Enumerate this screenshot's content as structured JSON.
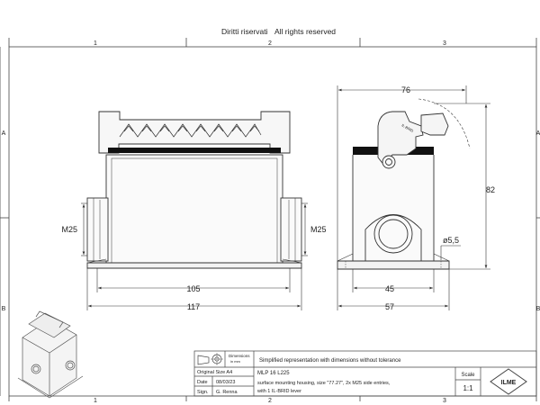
{
  "header": {
    "reserved_it": "Diritti riservati",
    "reserved_en": "All rights reserved"
  },
  "frame": {
    "columns": [
      "1",
      "2",
      "3"
    ],
    "rows": [
      "A",
      "B"
    ]
  },
  "dimensions": {
    "front_top_width": "105",
    "front_overall_width": "117",
    "front_left_entry": "M25",
    "front_right_entry": "M25",
    "side_top_width": "76",
    "side_height": "82",
    "side_hole": "ø5,5",
    "side_base_inner": "45",
    "side_base_overall": "57"
  },
  "title_block": {
    "symbol_caption_1": "Dimensions",
    "symbol_caption_2": "in mm",
    "note": "Simplified representation with dimensions without tolerance",
    "original_size_label": "Original Size A4",
    "date_label": "Date",
    "date_value": "08/03/23",
    "sign_label": "Sign.",
    "sign_value": "G. Renna",
    "part_code": "MLP 16 L225",
    "description_line1": "surface mounting housing, size \"77.27\", 2x M25 side entries,",
    "description_line2": "with 1 IL-BRID lever",
    "scale_label": "Scale",
    "scale_value": "1:1",
    "logo_text": "ILME"
  }
}
